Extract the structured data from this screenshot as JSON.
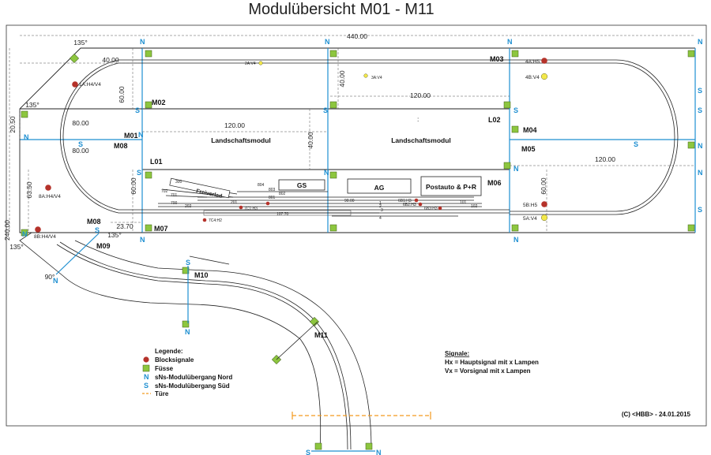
{
  "title": "Modulübersicht M01 - M11",
  "copyright": "(C) <HBB> - 24.01.2015",
  "dimensions": {
    "total_width": "440.00",
    "left_top": "40.00",
    "left_dim_80a": "80.00",
    "left_dim_80b": "80.00",
    "v_60_m02": "60.00",
    "v_40_mid": "40.00",
    "v_40_lower": "40.00",
    "h_120_top": "120.00",
    "h_120_mid": "120.00",
    "h_120_right": "120.00",
    "v_60_l01": "60.00",
    "v_60_right": "60.00",
    "v_20_50": "20.50",
    "v_63_50": "63.50",
    "v_240": "240.00",
    "h_23_70": "23.70"
  },
  "angles": {
    "a1": "135°",
    "a2": "135°",
    "a3": "135°",
    "a4": "135°",
    "a5": "90°"
  },
  "modules": {
    "m01": "M01",
    "m02": "M02",
    "m03": "M03",
    "m04": "M04",
    "m05": "M05",
    "m06": "M06",
    "m07": "M07",
    "m08a": "M08",
    "m08b": "M08",
    "m09": "M09",
    "m10": "M10",
    "m11": "M11",
    "l01": "L01",
    "l02": "L02"
  },
  "zones": {
    "landschaft_left": "Landschaftsmodul",
    "landschaft_right": "Landschaftsmodul",
    "gs": "GS",
    "ag": "AG",
    "postauto": "Postauto & P+R",
    "freiverlad": "Freiverlad",
    "colon": ":"
  },
  "signals": {
    "s1a": "1A:H4/V4",
    "s2a": "2A:V4",
    "s3a": "3A:V4",
    "s4a": "4A:H5",
    "s4b": "4B:V4",
    "s5a": "5A:V4",
    "s5b": "5B:H5",
    "s8a": "8A:H4/V4",
    "s8b": "8B:H4/V4",
    "s7c1": "7C1:H3",
    "s7c4": "7C4:H2",
    "s6b1": "6B1:H3",
    "s6b2": "6B2:H3",
    "s6b3": "6B3:H3"
  },
  "tracks": {
    "t300": "300",
    "t702": "702",
    "t701": "701",
    "t700": "700",
    "t202": "202",
    "t201": "201",
    "t804": "804",
    "t803": "803",
    "t802": "802",
    "t801": "801",
    "t101": "101",
    "t102": "102",
    "t1": "1",
    "t2": "2",
    "t3": "3",
    "t4": "4",
    "t9000": "90.00",
    "t10770": "107.70"
  },
  "ns_markers": {
    "n": "N",
    "s": "S"
  },
  "legend": {
    "title": "Legende:",
    "block": "Blocksignale",
    "fuesse": "Füsse",
    "nord": "sNs-Modulübergang Nord",
    "sued": "sNs-Modulübergang Süd",
    "tuere": "Türe"
  },
  "signal_legend": {
    "title": "Signale:",
    "hx": "Hx = Hauptsignal mit x Lampen",
    "vx": "Vx = Vorsignal mit x Lampen"
  },
  "colors": {
    "blue": "#1e8fd1",
    "green": "#8dc63f",
    "red": "#b5322a",
    "yellow": "#f3e84a",
    "orange": "#f39a1e"
  }
}
